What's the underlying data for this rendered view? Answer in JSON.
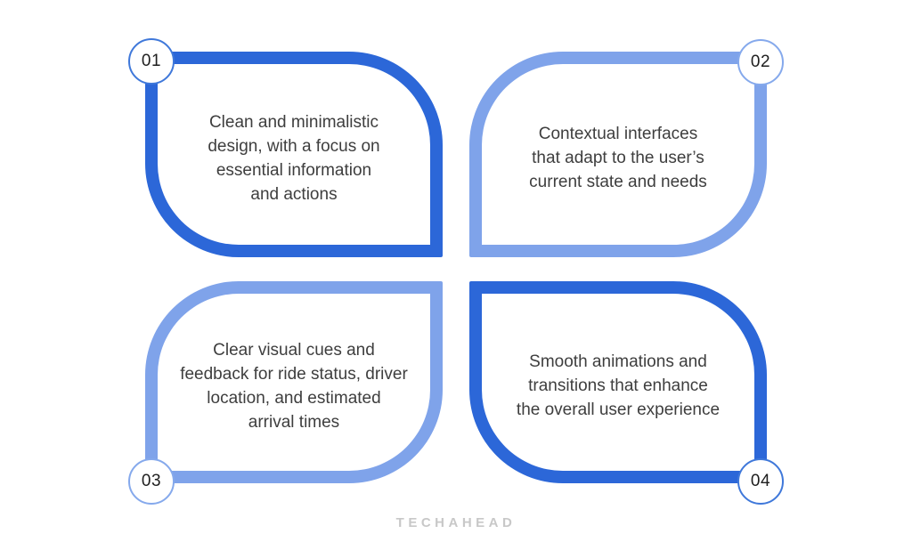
{
  "colors": {
    "background": "#ffffff",
    "dark_blue": "#2c67d8",
    "light_blue": "#7fa3ea",
    "badge_ring_dark": "#3f78da",
    "badge_ring_light": "#85a9ec",
    "text": "#3e3e3e",
    "badge_text": "#1e1e1e",
    "logo": "#c8c8c8"
  },
  "petals": [
    {
      "number": "01",
      "tone": "dark",
      "text": "Clean and minimalistic\ndesign, with a focus on\nessential information\nand actions"
    },
    {
      "number": "02",
      "tone": "light",
      "text": "Contextual interfaces\nthat adapt to the user’s\ncurrent state and needs"
    },
    {
      "number": "03",
      "tone": "light",
      "text": "Clear visual cues and\nfeedback for ride status, driver\nlocation, and estimated\narrival times"
    },
    {
      "number": "04",
      "tone": "dark",
      "text": "Smooth animations and\ntransitions that enhance\nthe overall user experience"
    }
  ],
  "footer": {
    "brand": "TECHAHEAD"
  }
}
